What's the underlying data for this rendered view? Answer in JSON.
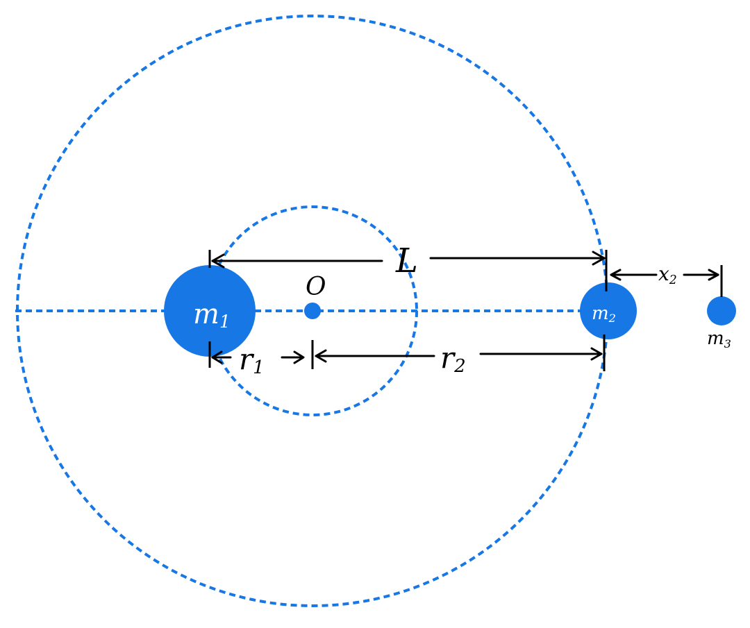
{
  "colors": {
    "accent": "#1677e5",
    "ink": "#000000",
    "background": "#ffffff"
  },
  "labels": {
    "center": "O",
    "distance_total": "L",
    "x2": {
      "main": "x",
      "sub": "2"
    },
    "r1": {
      "main": "r",
      "sub": "1"
    },
    "r2": {
      "main": "r",
      "sub": "2"
    },
    "m1": {
      "main": "m",
      "sub": "1"
    },
    "m2": {
      "main": "m",
      "sub": "2"
    },
    "m3": {
      "main": "m",
      "sub": "3"
    }
  }
}
